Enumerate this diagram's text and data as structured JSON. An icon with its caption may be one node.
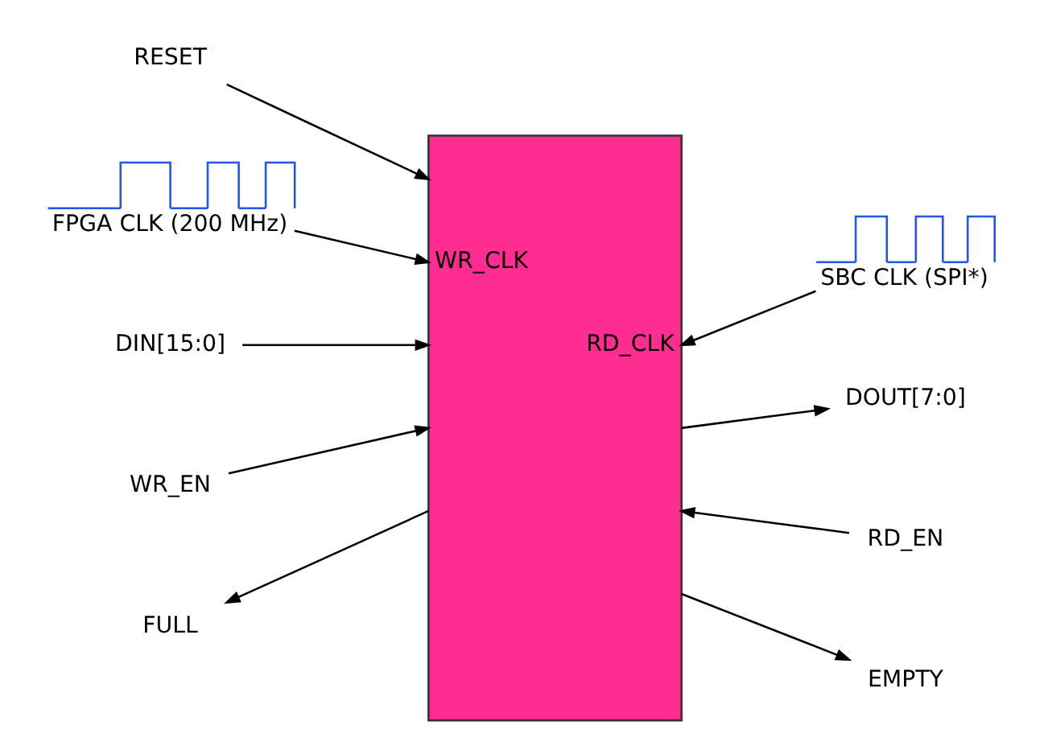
{
  "diagram": {
    "nodes": [
      {
        "text": [
          "WR_CLK",
          "RD_CLK"
        ]
      },
      {
        "text": [
          "RESET"
        ]
      },
      {
        "text": [
          "FPGA CLK (200 MHz)"
        ]
      },
      {
        "text": [
          "DIN[15:0]"
        ]
      },
      {
        "text": [
          "WR_EN"
        ]
      },
      {
        "text": [
          "FULL"
        ]
      },
      {
        "text": [
          "SBC CLK (SPI*)"
        ]
      },
      {
        "text": [
          "DOUT[7:0]"
        ]
      },
      {
        "text": [
          "RD_EN"
        ]
      },
      {
        "text": [
          "EMPTY"
        ]
      }
    ],
    "edges": [
      {
        "from": 1,
        "to": 0,
        "arrow": "to"
      },
      {
        "from": 2,
        "to": 0,
        "arrow": "to"
      },
      {
        "from": 3,
        "to": 0,
        "arrow": "to"
      },
      {
        "from": 4,
        "to": 0,
        "arrow": "to"
      },
      {
        "from": 0,
        "to": 5,
        "arrow": "to"
      },
      {
        "from": 6,
        "to": 0,
        "arrow": "to"
      },
      {
        "from": 0,
        "to": 7,
        "arrow": "to"
      },
      {
        "from": 8,
        "to": 0,
        "arrow": "to"
      },
      {
        "from": 0,
        "to": 9,
        "arrow": "to"
      }
    ]
  }
}
